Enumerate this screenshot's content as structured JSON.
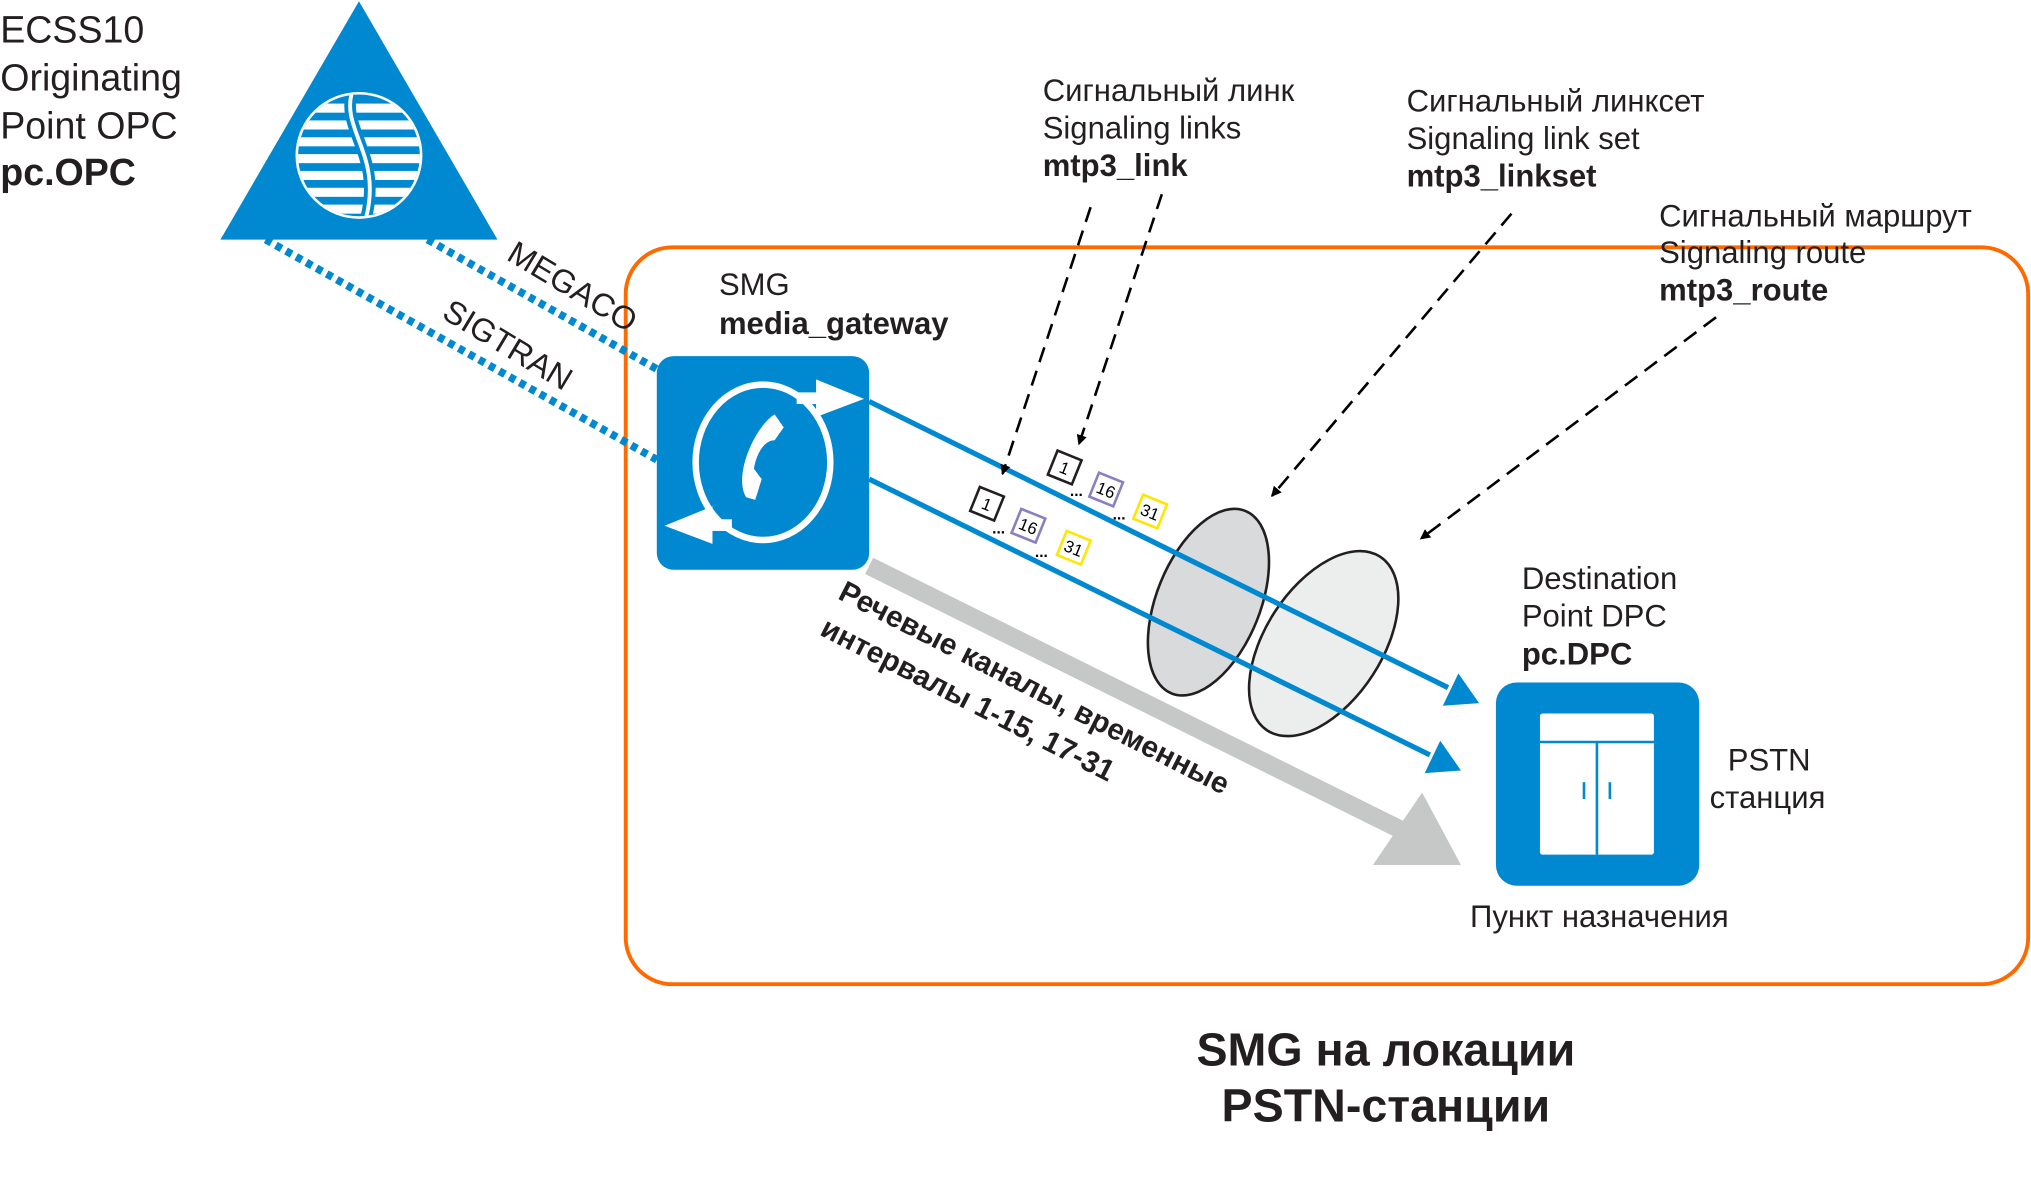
{
  "colors": {
    "blue": "#0089d0",
    "orange": "#ff6a00",
    "gray": "#c6c7c7",
    "purple": "#8a7fc0",
    "yellow": "#ffe600"
  },
  "opc": {
    "line1": "ECSS10",
    "line2": "Originating",
    "line3": "Point OPC",
    "line4": "pc.OPC"
  },
  "protocols": {
    "megaco": "MEGACO",
    "sigtran": "SIGTRAN"
  },
  "smg": {
    "line1": "SMG",
    "line2": "media_gateway"
  },
  "link": {
    "ru": "Сигнальный линк",
    "en": "Signaling links",
    "id": "mtp3_link"
  },
  "linkset": {
    "ru": "Сигнальный линксет",
    "en": "Signaling link set",
    "id": "mtp3_linkset"
  },
  "route": {
    "ru": "Сигнальный маршрут",
    "en": "Signaling route",
    "id": "mtp3_route"
  },
  "timeslots": {
    "a": "1",
    "b": "16",
    "c": "31"
  },
  "voice": {
    "line1": "Речевые каналы, временные",
    "line2": "интервалы 1-15, 17-31"
  },
  "dpc": {
    "line1": "Destination",
    "line2": "Point DPC",
    "line3": "pc.DPC",
    "pstn1": "PSTN",
    "pstn2": "станция",
    "caption": "Пункт назначения"
  },
  "title": {
    "line1": "SMG на локации",
    "line2": "PSTN-станции"
  }
}
